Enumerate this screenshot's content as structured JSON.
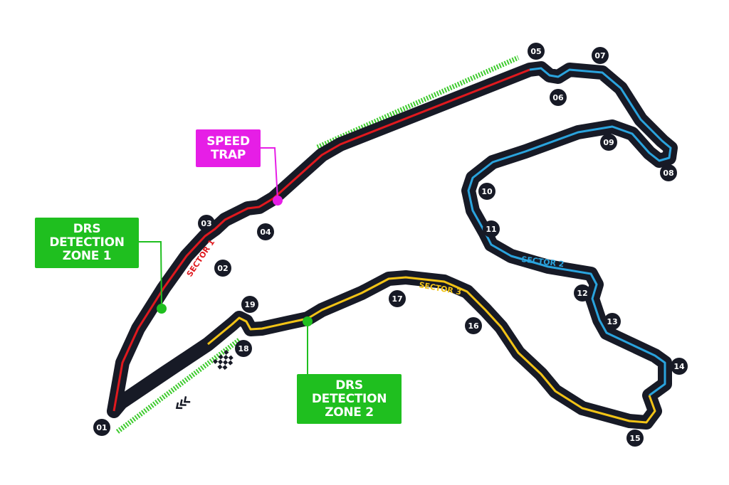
{
  "colors": {
    "track": "#171a26",
    "sector1": "#e0191e",
    "sector2": "#2aa3dd",
    "sector3": "#f2c316",
    "drs": "#1fbf1f",
    "drs_zone_dots": "#3ecb2e",
    "speed_trap": "#e61ee6",
    "corner_marker": "#171a26",
    "background": "#ffffff"
  },
  "callouts": {
    "drs_zone_1": {
      "lines": [
        "DRS",
        "DETECTION",
        "ZONE 1"
      ]
    },
    "drs_zone_2": {
      "lines": [
        "DRS",
        "DETECTION",
        "ZONE 2"
      ]
    },
    "speed_trap": {
      "lines": [
        "SPEED",
        "TRAP"
      ]
    }
  },
  "sectors": {
    "s1": "SECTOR 1",
    "s2": "SECTOR 2",
    "s3": "SECTOR 3"
  },
  "corners": [
    "01",
    "02",
    "03",
    "04",
    "05",
    "06",
    "07",
    "08",
    "09",
    "10",
    "11",
    "12",
    "13",
    "14",
    "15",
    "16",
    "17",
    "18",
    "19"
  ],
  "icons": [
    "checkered-flag-icon",
    "direction-chevrons-icon"
  ]
}
